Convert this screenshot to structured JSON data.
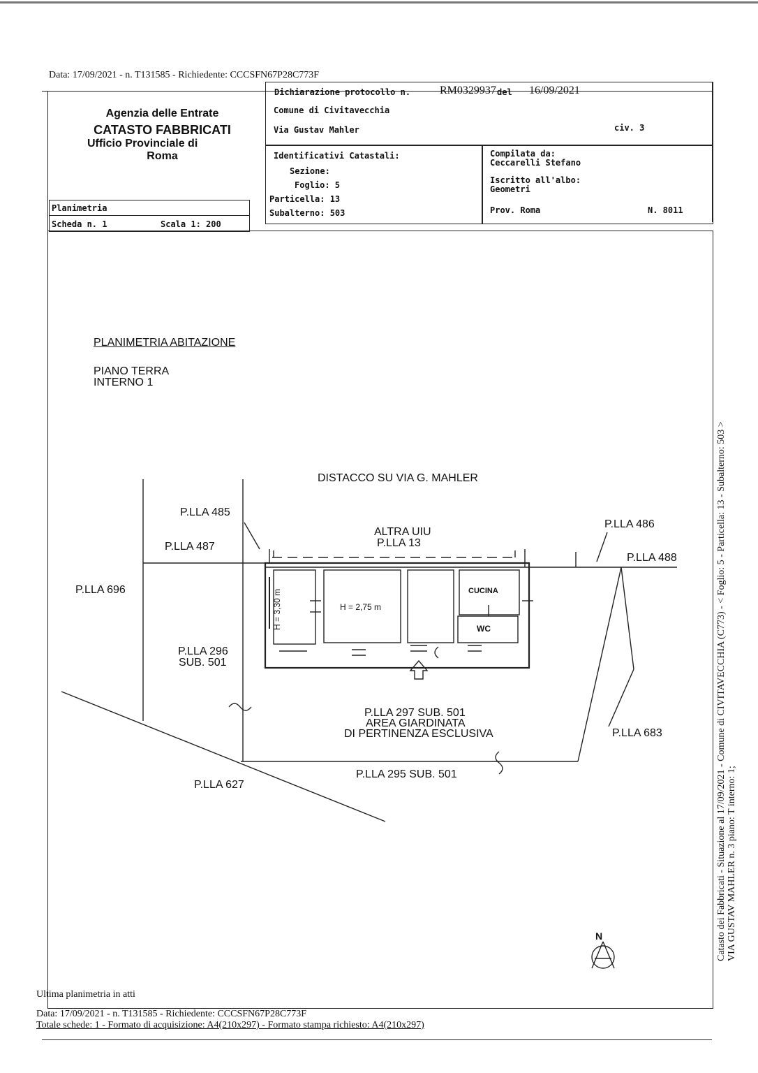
{
  "header": {
    "top_line": "Data: 17/09/2021 - n. T131585 - Richiedente: CCCSFN67P28C773F"
  },
  "agency": {
    "line1": "Agenzia delle Entrate",
    "line2": "CATASTO FABBRICATI",
    "line3": "Ufficio Provinciale di",
    "line4": "Roma"
  },
  "declaration": {
    "protocol_label": "Dichiarazione protocollo n.",
    "protocol_number": "RM0329937",
    "del_label": "del",
    "date": "16/09/2021",
    "comune": "Comune di Civitavecchia",
    "via": "Via Gustav Mahler",
    "civ": "civ. 3"
  },
  "identificativi": {
    "title": "Identificativi Catastali:",
    "sezione": "Sezione:",
    "foglio": "Foglio: 5",
    "particella": "Particella: 13",
    "subalterno": "Subalterno: 503"
  },
  "compilata": {
    "label": "Compilata da:",
    "name": "Ceccarelli Stefano",
    "albo_label": "Iscritto all'albo:",
    "albo_value": "Geometri",
    "prov": "Prov. Roma",
    "numero": "N. 8011"
  },
  "planimetria_box": {
    "title": "Planimetria",
    "scheda": "Scheda n. 1",
    "scala": "Scala 1: 200"
  },
  "plan": {
    "heading": "PLANIMETRIA ABITAZIONE",
    "piano": "PIANO TERRA",
    "interno": "INTERNO 1",
    "distacco": "DISTACCO SU VIA G. MAHLER",
    "altra_uiu": "ALTRA UIU",
    "altra_plla": "P.LLA 13",
    "plla_485": "P.LLA 485",
    "plla_487": "P.LLA 487",
    "plla_486": "P.LLA 486",
    "plla_488": "P.LLA 488",
    "plla_696": "P.LLA 696",
    "plla_296": "P.LLA 296",
    "sub_501": "SUB. 501",
    "plla_297": "P.LLA 297 SUB. 501",
    "area_giardinata": "AREA GIARDINATA",
    "pertinenza": "DI PERTINENZA ESCLUSIVA",
    "plla_683": "P.LLA 683",
    "plla_295": "P.LLA 295 SUB. 501",
    "plla_627": "P.LLA 627",
    "h1": "H = 3,30 m",
    "h2": "H = 2,75 m",
    "cucina": "CUCINA",
    "wc": "WC",
    "north": "N"
  },
  "side_note": {
    "line1": "Catasto dei Fabbricati - Situazione al 17/09/2021 - Comune di CIVITAVECCHIA (C773) - < Foglio: 5 - Particella: 13 - Subalterno: 503 >",
    "line2": "VIA GUSTAV MAHLER n. 3 piano: T interno: 1;"
  },
  "footer": {
    "ultima": "Ultima planimetria in atti",
    "data_line": "Data: 17/09/2021 - n. T131585 - Richiedente: CCCSFN67P28C773F",
    "schede_line": "Totale schede: 1 - Formato di acquisizione: A4(210x297) - Formato stampa richiesto: A4(210x297)"
  }
}
